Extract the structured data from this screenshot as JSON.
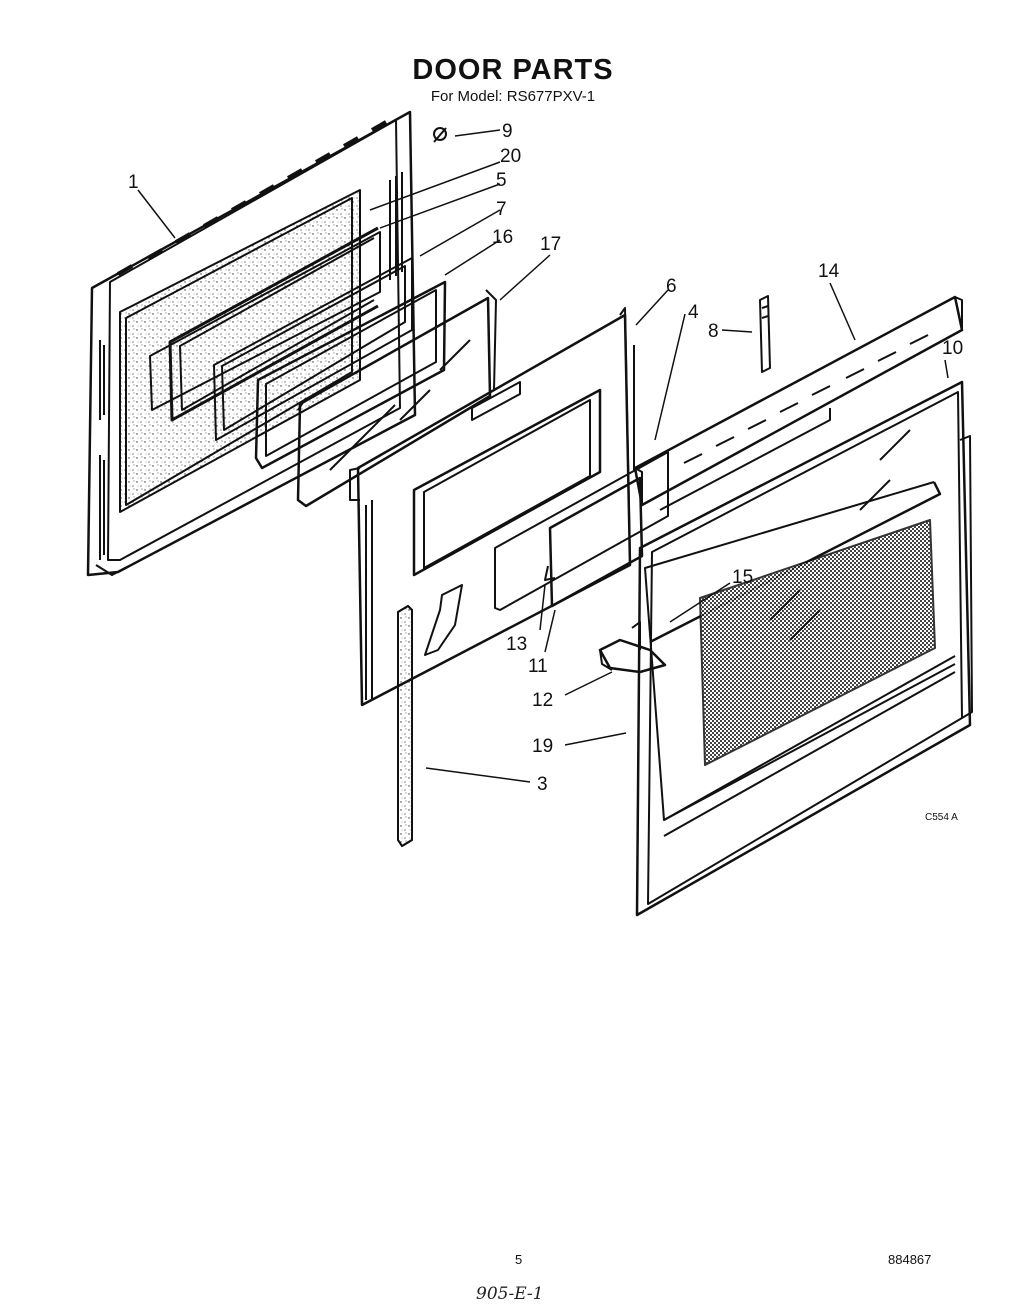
{
  "header": {
    "title": "DOOR PARTS",
    "subtitle": "For Model: RS677PXV-1"
  },
  "callouts": [
    "1",
    "9",
    "20",
    "5",
    "7",
    "16",
    "17",
    "6",
    "4",
    "8",
    "14",
    "10",
    "15",
    "13",
    "11",
    "12",
    "19",
    "3"
  ],
  "figure_code": "C554 A",
  "footer": {
    "page_number": "5",
    "doc_number": "884867",
    "handwritten_note": "905-E-1"
  }
}
